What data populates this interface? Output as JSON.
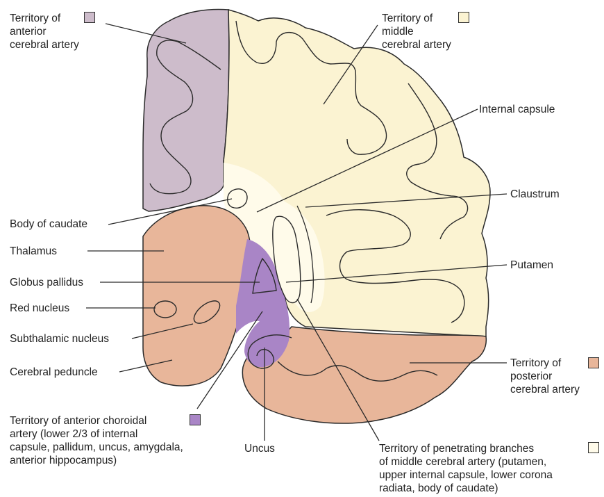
{
  "colors": {
    "anterior_cerebral": "#cdbccb",
    "middle_cerebral": "#fbf3d2",
    "posterior_cerebral": "#e8b69a",
    "anterior_choroidal": "#a985c6",
    "penetrating": "#fffbea",
    "outline": "#2a2a2a"
  },
  "labels": {
    "aca": [
      "Territory of",
      "anterior",
      "cerebral artery"
    ],
    "mca": [
      "Territory of",
      "middle",
      "cerebral artery"
    ],
    "internal_capsule": [
      "Internal capsule"
    ],
    "claustrum": [
      "Claustrum"
    ],
    "putamen": [
      "Putamen"
    ],
    "pca": [
      "Territory of",
      "posterior",
      "cerebral artery"
    ],
    "body_of_caudate": [
      "Body of caudate"
    ],
    "thalamus": [
      "Thalamus"
    ],
    "globus_pallidus": [
      "Globus pallidus"
    ],
    "red_nucleus": [
      "Red nucleus"
    ],
    "subthalamic_nucleus": [
      "Subthalamic nucleus"
    ],
    "cerebral_peduncle": [
      "Cerebral peduncle"
    ],
    "ach": [
      "Territory of anterior choroidal",
      "artery (lower 2/3 of internal",
      "capsule, pallidum, uncus, amygdala,",
      "anterior hippocampus)"
    ],
    "uncus": [
      "Uncus"
    ],
    "penetrating": [
      "Territory of penetrating branches",
      "of middle cerebral artery (putamen,",
      "upper internal capsule, lower corona",
      "radiata, body of caudate)"
    ]
  },
  "swatch_icons": [
    "aca-swatch",
    "mca-swatch",
    "pca-swatch",
    "ach-swatch",
    "penetrating-swatch"
  ]
}
